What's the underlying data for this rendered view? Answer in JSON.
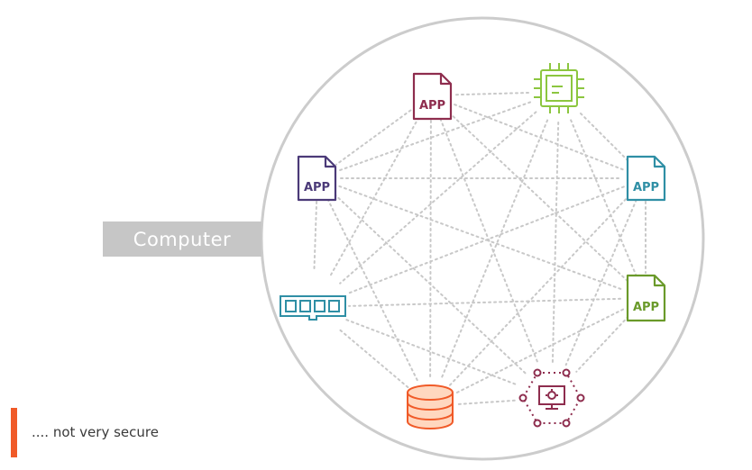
{
  "diagram": {
    "label": "Computer",
    "note": ".... not very secure",
    "nodes": [
      {
        "id": "app-top",
        "kind": "app",
        "text": "APP",
        "color": "#8e2d4e"
      },
      {
        "id": "cpu",
        "kind": "cpu",
        "color": "#8cc63f"
      },
      {
        "id": "app-left",
        "kind": "app",
        "text": "APP",
        "color": "#4b3a78"
      },
      {
        "id": "app-right",
        "kind": "app",
        "text": "APP",
        "color": "#2f8fa5"
      },
      {
        "id": "app-right-lower",
        "kind": "app",
        "text": "APP",
        "color": "#6a9a2a"
      },
      {
        "id": "memory",
        "kind": "memory",
        "color": "#2f8fa5"
      },
      {
        "id": "database",
        "kind": "database",
        "color": "#f05a28"
      },
      {
        "id": "network-monitor",
        "kind": "network",
        "color": "#8e2d4e"
      }
    ],
    "colors": {
      "circle": "#cccccc",
      "connector": "#c8c8c8",
      "label_bg": "#c6c6c6",
      "accent": "#f05a28"
    }
  }
}
